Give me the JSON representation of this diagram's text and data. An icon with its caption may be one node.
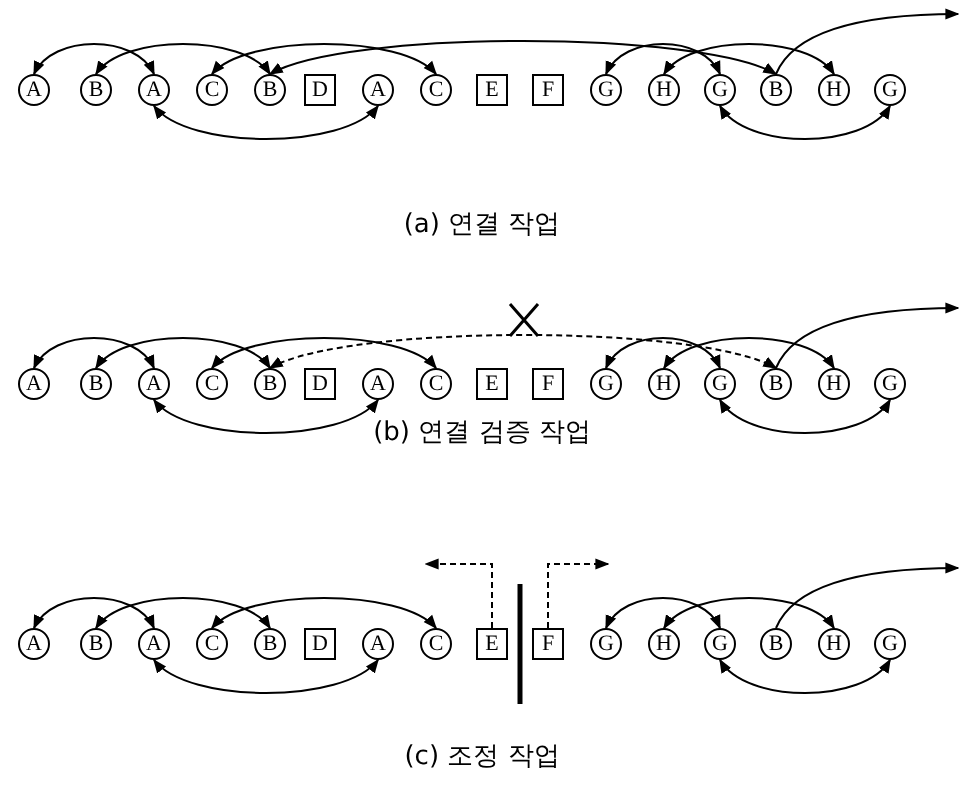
{
  "diagram": {
    "nodes": [
      {
        "text": [
          "A"
        ]
      },
      {
        "text": [
          "B"
        ]
      },
      {
        "text": [
          "A"
        ]
      },
      {
        "text": [
          "C"
        ]
      },
      {
        "text": [
          "B"
        ]
      },
      {
        "text": [
          "D"
        ]
      },
      {
        "text": [
          "A"
        ]
      },
      {
        "text": [
          "C"
        ]
      },
      {
        "text": [
          "E"
        ]
      },
      {
        "text": [
          "F"
        ]
      },
      {
        "text": [
          "G"
        ]
      },
      {
        "text": [
          "H"
        ]
      },
      {
        "text": [
          "G"
        ]
      },
      {
        "text": [
          "B"
        ]
      },
      {
        "text": [
          "H"
        ]
      },
      {
        "text": [
          "G"
        ]
      },
      {
        "text": [
          "A"
        ]
      },
      {
        "text": [
          "B"
        ]
      },
      {
        "text": [
          "A"
        ]
      },
      {
        "text": [
          "C"
        ]
      },
      {
        "text": [
          "B"
        ]
      },
      {
        "text": [
          "D"
        ]
      },
      {
        "text": [
          "A"
        ]
      },
      {
        "text": [
          "C"
        ]
      },
      {
        "text": [
          "E"
        ]
      },
      {
        "text": [
          "F"
        ]
      },
      {
        "text": [
          "G"
        ]
      },
      {
        "text": [
          "H"
        ]
      },
      {
        "text": [
          "G"
        ]
      },
      {
        "text": [
          "B"
        ]
      },
      {
        "text": [
          "H"
        ]
      },
      {
        "text": [
          "G"
        ]
      },
      {
        "text": [
          "A"
        ]
      },
      {
        "text": [
          "B"
        ]
      },
      {
        "text": [
          "A"
        ]
      },
      {
        "text": [
          "C"
        ]
      },
      {
        "text": [
          "B"
        ]
      },
      {
        "text": [
          "D"
        ]
      },
      {
        "text": [
          "A"
        ]
      },
      {
        "text": [
          "C"
        ]
      },
      {
        "text": [
          "E"
        ]
      },
      {
        "text": [
          "F"
        ]
      },
      {
        "text": [
          "G"
        ]
      },
      {
        "text": [
          "H"
        ]
      },
      {
        "text": [
          "G"
        ]
      },
      {
        "text": [
          "B"
        ]
      },
      {
        "text": [
          "H"
        ]
      },
      {
        "text": [
          "G"
        ]
      }
    ],
    "edges": [
      {
        "from": 0,
        "to": 2,
        "arrow": "both"
      },
      {
        "from": 1,
        "to": 4,
        "arrow": "both"
      },
      {
        "from": 3,
        "to": 7,
        "arrow": "both"
      },
      {
        "from": 4,
        "to": 13,
        "arrow": "both"
      },
      {
        "from": 10,
        "to": 12,
        "arrow": "both"
      },
      {
        "from": 11,
        "to": 14,
        "arrow": "both"
      },
      {
        "from": 13,
        "to": null,
        "arrow": "to"
      },
      {
        "from": 2,
        "to": 6,
        "arrow": "both"
      },
      {
        "from": 12,
        "to": 15,
        "arrow": "both"
      },
      {
        "from": 16,
        "to": 18,
        "arrow": "both"
      },
      {
        "from": 17,
        "to": 20,
        "arrow": "both"
      },
      {
        "from": 19,
        "to": 23,
        "arrow": "both"
      },
      {
        "from": 20,
        "to": 29,
        "arrow": "both",
        "style": "dashed"
      },
      {
        "from": 26,
        "to": 28,
        "arrow": "both"
      },
      {
        "from": 27,
        "to": 30,
        "arrow": "both"
      },
      {
        "from": 29,
        "to": null,
        "arrow": "to"
      },
      {
        "from": 18,
        "to": 22,
        "arrow": "both"
      },
      {
        "from": 28,
        "to": 31,
        "arrow": "both"
      },
      {
        "from": 32,
        "to": 34,
        "arrow": "both"
      },
      {
        "from": 33,
        "to": 36,
        "arrow": "both"
      },
      {
        "from": 35,
        "to": 39,
        "arrow": "both"
      },
      {
        "from": 42,
        "to": 44,
        "arrow": "both"
      },
      {
        "from": 43,
        "to": 46,
        "arrow": "both"
      },
      {
        "from": 45,
        "to": null,
        "arrow": "to"
      },
      {
        "from": 34,
        "to": 38,
        "arrow": "both"
      },
      {
        "from": 44,
        "to": 47,
        "arrow": "both"
      },
      {
        "from": 40,
        "to": null,
        "arrow": "to",
        "style": "dashed"
      },
      {
        "from": 41,
        "to": null,
        "arrow": "to",
        "style": "dashed"
      }
    ],
    "labels": [
      "(a) 연결 작업",
      "(b) 연결 검증 작업",
      "(c) 조정 작업"
    ]
  }
}
